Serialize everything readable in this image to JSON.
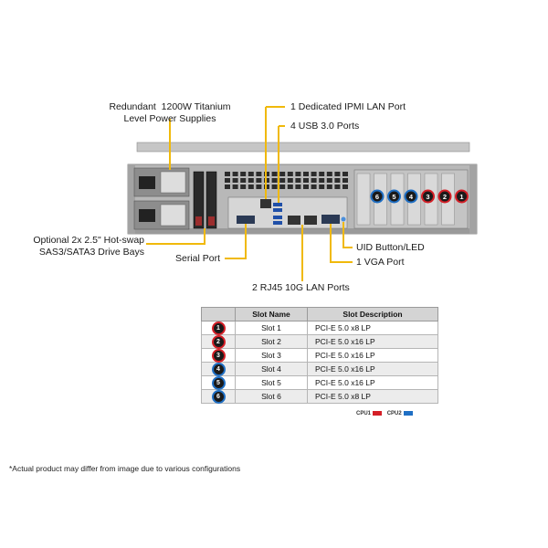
{
  "callouts": {
    "power": "Redundant  1200W Titanium\nLevel Power Supplies",
    "ipmi": "1 Dedicated IPMI  LAN Port",
    "usb": "4 USB 3.0 Ports",
    "drive_bays": "Optional 2x 2.5\" Hot-swap\nSAS3/SATA3 Drive Bays",
    "serial": "Serial Port",
    "uid": "UID  Button/LED",
    "vga": "1 VGA Port",
    "lan10g": "2 RJ45  10G LAN Ports"
  },
  "table": {
    "headers": [
      "",
      "Slot Name",
      "Slot Description"
    ],
    "rows": [
      {
        "badge": "1",
        "cpu": "cpu1",
        "slot": "Slot 1",
        "desc": "PCI-E  5.0 x8 LP"
      },
      {
        "badge": "2",
        "cpu": "cpu1",
        "slot": "Slot 2",
        "desc": "PCI-E  5.0 x16 LP"
      },
      {
        "badge": "3",
        "cpu": "cpu1",
        "slot": "Slot 3",
        "desc": "PCI-E  5.0 x16 LP"
      },
      {
        "badge": "4",
        "cpu": "cpu2",
        "slot": "Slot 4",
        "desc": "PCI-E  5.0 x16 LP"
      },
      {
        "badge": "5",
        "cpu": "cpu2",
        "slot": "Slot 5",
        "desc": "PCI-E  5.0 x16 LP"
      },
      {
        "badge": "6",
        "cpu": "cpu2",
        "slot": "Slot 6",
        "desc": "PCI-E  5.0 x8 LP"
      }
    ]
  },
  "cpu_legend": {
    "cpu1_label": "CPU1",
    "cpu2_label": "CPU2",
    "cpu1_color": "#d41f27",
    "cpu2_color": "#1f6fc4"
  },
  "slot_badges": [
    {
      "num": "6",
      "cpu": "cpu2"
    },
    {
      "num": "5",
      "cpu": "cpu2"
    },
    {
      "num": "4",
      "cpu": "cpu2"
    },
    {
      "num": "3",
      "cpu": "cpu1"
    },
    {
      "num": "2",
      "cpu": "cpu1"
    },
    {
      "num": "1",
      "cpu": "cpu1"
    }
  ],
  "disclaimer": "*Actual product may differ from image due to various configurations"
}
